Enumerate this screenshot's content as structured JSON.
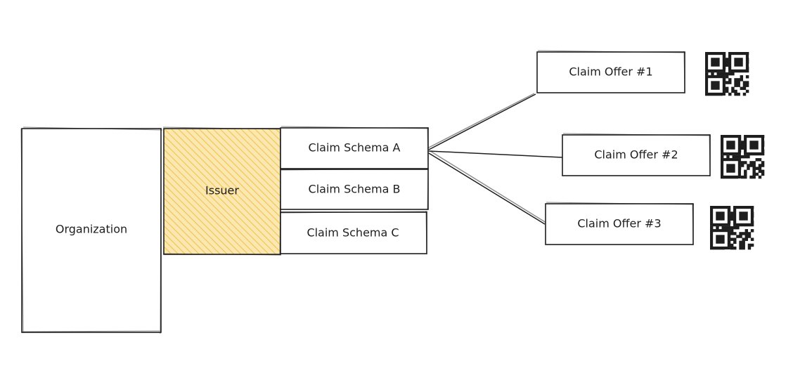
{
  "diagram": {
    "organization": {
      "label": "Organization"
    },
    "issuer": {
      "label": "Issuer",
      "fill_color": "#f2c350"
    },
    "schemas": [
      {
        "label": "Claim Schema A"
      },
      {
        "label": "Claim Schema B"
      },
      {
        "label": "Claim Schema C"
      }
    ],
    "offers": [
      {
        "label": "Claim Offer #1",
        "icon": "qr-code-icon"
      },
      {
        "label": "Claim Offer #2",
        "icon": "qr-code-icon"
      },
      {
        "label": "Claim Offer #3",
        "icon": "qr-code-icon"
      }
    ],
    "colors": {
      "stroke": "#1e1e1e",
      "background": "#ffffff",
      "issuer_hatch": "#f2c350"
    }
  }
}
